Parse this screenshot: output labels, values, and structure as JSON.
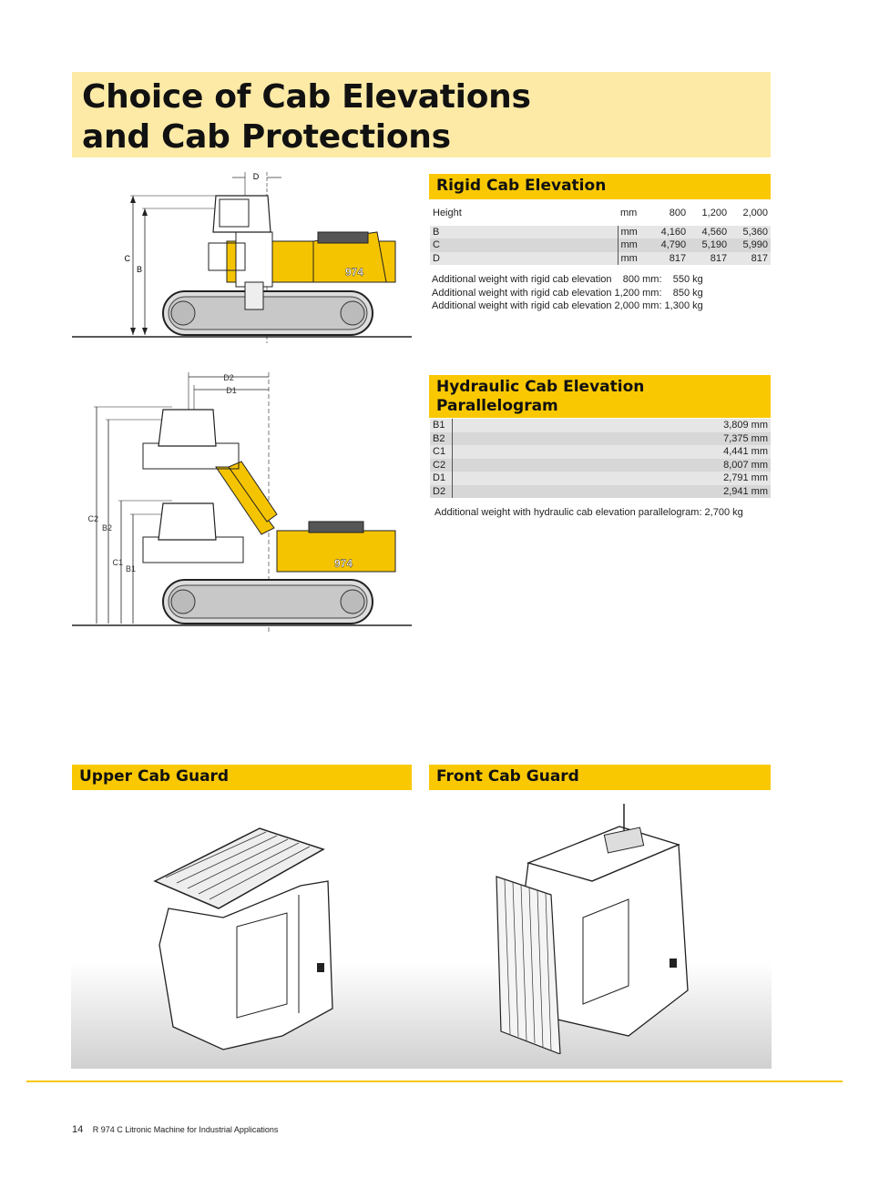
{
  "page": {
    "title_line1": "Choice of Cab Elevations",
    "title_line2": "and Cab Protections"
  },
  "rigid": {
    "heading": "Rigid Cab Elevation",
    "header": {
      "label": "Height",
      "unit": "mm",
      "v1": "800",
      "v2": "1,200",
      "v3": "2,000"
    },
    "rows": [
      {
        "label": "B",
        "unit": "mm",
        "v1": "4,160",
        "v2": "4,560",
        "v3": "5,360"
      },
      {
        "label": "C",
        "unit": "mm",
        "v1": "4,790",
        "v2": "5,190",
        "v3": "5,990"
      },
      {
        "label": "D",
        "unit": "mm",
        "v1": "817",
        "v2": "817",
        "v3": "817"
      }
    ],
    "notes": [
      {
        "text": "Additional weight with rigid cab elevation    800 mm:",
        "value": "550 kg"
      },
      {
        "text": "Additional weight with rigid cab elevation 1,200 mm:",
        "value": "850 kg"
      },
      {
        "text": "Additional weight with rigid cab elevation 2,000 mm:",
        "value": "1,300 kg"
      }
    ]
  },
  "hydraulic": {
    "heading_line1": "Hydraulic Cab Elevation",
    "heading_line2": "Parallelogram",
    "rows": [
      {
        "label": "B1",
        "value": "3,809 mm"
      },
      {
        "label": "B2",
        "value": "7,375 mm"
      },
      {
        "label": "C1",
        "value": "4,441 mm"
      },
      {
        "label": "C2",
        "value": "8,007 mm"
      },
      {
        "label": "D1",
        "value": "2,791 mm"
      },
      {
        "label": "D2",
        "value": "2,941 mm"
      }
    ],
    "note": "Additional weight with hydraulic cab elevation parallelogram: 2,700 kg"
  },
  "diagram1": {
    "label_d": "D",
    "label_c": "C",
    "label_b": "B",
    "model": "974"
  },
  "diagram2": {
    "label_d2": "D2",
    "label_d1": "D1",
    "label_c2": "C2",
    "label_b2": "B2",
    "label_c1": "C1",
    "label_b1": "B1",
    "model": "974"
  },
  "guards": {
    "upper": "Upper Cab Guard",
    "front": "Front Cab Guard"
  },
  "footer": {
    "page_number": "14",
    "text": "R 974 C Litronic Machine for Industrial Applications"
  },
  "colors": {
    "accent": "#f9c800",
    "title_band": "#fdeaa6",
    "machine_yellow": "#f5c400"
  }
}
